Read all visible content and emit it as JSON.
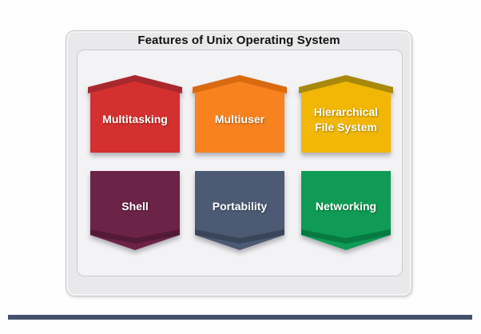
{
  "title": "Features of Unix Operating System",
  "features": [
    {
      "id": "multitasking",
      "label": "Multitasking",
      "color": "#d4302f",
      "fold_color": "#a8292d"
    },
    {
      "id": "multiuser",
      "label": "Multiuser",
      "color": "#f8821e",
      "fold_color": "#d96a10"
    },
    {
      "id": "hierarchical-file-system",
      "label": "Hierarchical File System",
      "color": "#f2b705",
      "fold_color": "#a8890d"
    },
    {
      "id": "shell",
      "label": "Shell",
      "color": "#6b2347",
      "fold_color": "#521a37"
    },
    {
      "id": "portability",
      "label": "Portability",
      "color": "#4c5a73",
      "fold_color": "#39465a"
    },
    {
      "id": "networking",
      "label": "Networking",
      "color": "#0f9b55",
      "fold_color": "#067a41"
    }
  ],
  "accent_bar_color": "#44516b"
}
